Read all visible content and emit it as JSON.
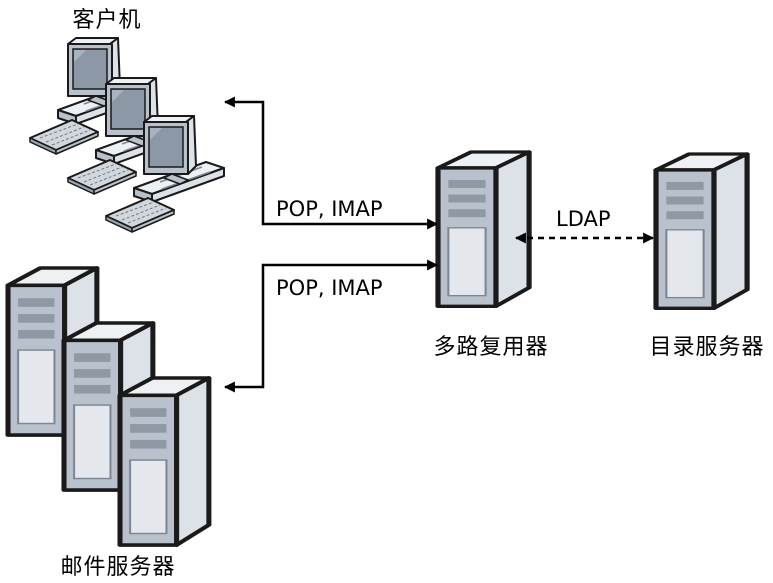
{
  "nodes": {
    "clients": {
      "label": "客户机"
    },
    "multiplexer": {
      "label": "多路复用器"
    },
    "directory": {
      "label": "目录服务器"
    },
    "mail": {
      "label": "邮件服务器"
    }
  },
  "edges": {
    "client_link": {
      "label": "POP, IMAP"
    },
    "mail_link": {
      "label": "POP, IMAP"
    },
    "ldap_link": {
      "label": "LDAP",
      "style": "dashed",
      "bidirectional": true
    }
  },
  "colors": {
    "outline": "#1a1a1a",
    "server_face": "#b9c1cc",
    "server_side": "#dde2e8",
    "server_top": "#eef1f4",
    "bay": "#8f99a6",
    "panel": "#e4e8ec",
    "screen": "#8d98a6",
    "keyboard": "#d2d7dd"
  },
  "icons": {
    "clients": "workstation-icon",
    "servers": "server-tower-icon"
  }
}
